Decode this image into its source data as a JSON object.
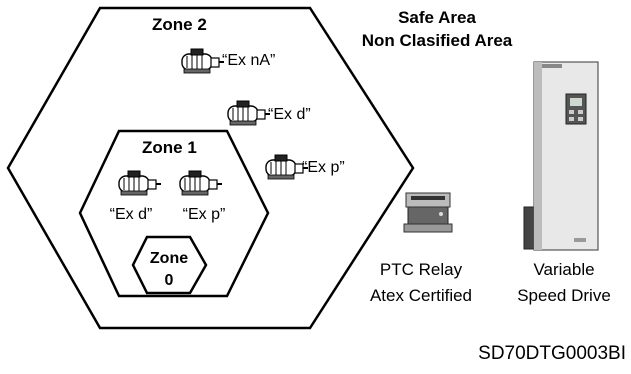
{
  "zones": {
    "zone2_label": "Zone 2",
    "zone1_label": "Zone 1",
    "zone0_line1": "Zone",
    "zone0_line2": "0"
  },
  "motors": {
    "ex_na": "“Ex nA”",
    "ex_d_zone2": "“Ex d”",
    "ex_p_zone2": "“Ex p”",
    "ex_d_zone1": "“Ex d”",
    "ex_p_zone1": "“Ex p”"
  },
  "safe_area": {
    "line1": "Safe Area",
    "line2": "Non Clasified Area"
  },
  "devices": {
    "ptc_relay_line1": "PTC Relay",
    "ptc_relay_line2": "Atex Certified",
    "vsd_line1": "Variable",
    "vsd_line2": "Speed Drive"
  },
  "reference_code": "SD70DTG0003BI",
  "colors": {
    "outline": "#000000",
    "device_body": "#e6e6e6",
    "device_shadow": "#9a9a9a",
    "device_dark": "#333333"
  }
}
